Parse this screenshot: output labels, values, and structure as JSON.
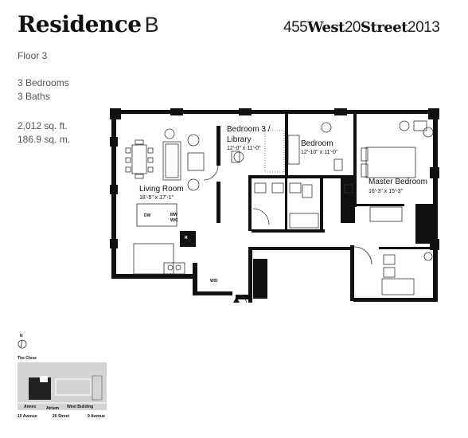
{
  "header": {
    "residence_word": "Residence",
    "residence_letter": "B",
    "address_num": "455",
    "address_west": "West",
    "address_num2": "20",
    "address_street": "Street",
    "address_year": "2013"
  },
  "info": {
    "floor": "Floor 3",
    "bedrooms": "3 Bedrooms",
    "baths": "3 Baths",
    "sqft": "2,012 sq. ft.",
    "sqm": "186.9 sq. m."
  },
  "rooms": {
    "living_name": "Living Room",
    "living_dim": "18'-5\" x 17'-1\"",
    "bed3_name_line1": "Bedroom 3 /",
    "bed3_name_line2": "Library",
    "bed3_dim": "12'-0\" x 11'-0\"",
    "bedroom_name": "Bedroom",
    "bedroom_dim": "12'-10\" x 11'-0\"",
    "master_name": "Master Bedroom",
    "master_dim": "16'-3\" x 15'-3\""
  },
  "appliances": {
    "dw": "DW",
    "mw": "MW",
    "wc": "W/C",
    "r": "R",
    "wd": "W/D"
  },
  "keyplan": {
    "compass": "N",
    "title": "The Close",
    "annex": "Annex",
    "atrium": "Atrium",
    "west_building": "West Building",
    "tenth_avenue": "10 Avenue",
    "twentieth_street": "20 Street",
    "ninth_avenue": "9 Avenue"
  },
  "colors": {
    "wall": "#111111",
    "keyplan_bg": "#d4d4d4"
  }
}
